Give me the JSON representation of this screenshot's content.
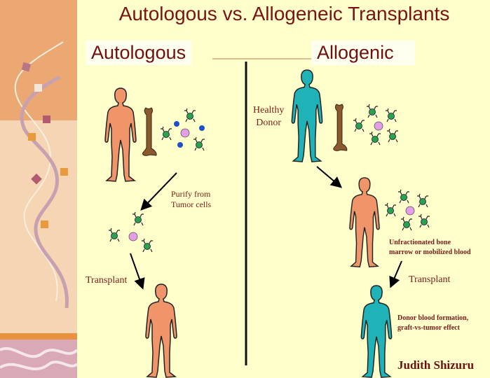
{
  "title": "Autologous vs. Allogeneic Transplants",
  "autologous": {
    "heading": "Autologous",
    "step_line1": "Purify from",
    "step_line2": "Tumor cells",
    "transplant_label": "Transplant"
  },
  "allogenic": {
    "heading": "Allogenic",
    "donor_line1": "Healthy",
    "donor_line2": "Donor",
    "source_line1": "Unfractionated bone",
    "source_line2": "marrow or mobilized blood",
    "transplant_label": "Transplant",
    "effect_line1": "Donor blood formation,",
    "effect_line2": "graft-vs-tumor effect"
  },
  "credit": "Judith Shizuru",
  "colors": {
    "title": "#7a1414",
    "patient": "#f0946a",
    "donor": "#1fb3b8",
    "bone": "#8a5a2e",
    "background": "#ffffcc"
  }
}
